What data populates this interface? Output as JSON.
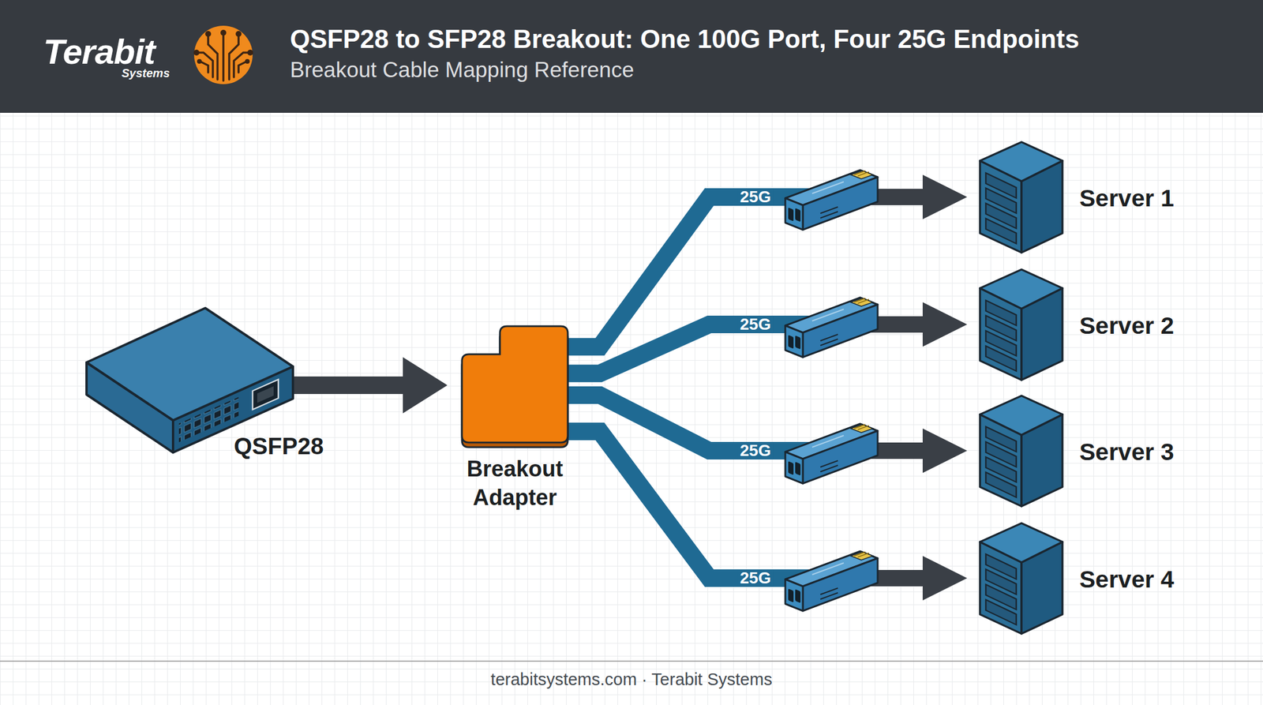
{
  "diagram": {
    "title": "QSFP28 to SFP28 Breakout: One 100G Port, Four 25G Endpoints",
    "caption": "terabitsystems.com · Terabit Systems",
    "nodes": [
      {
        "text": [
          "QSFP28"
        ]
      },
      {
        "text": [
          "Breakout Adapter"
        ]
      },
      {
        "text": [
          "Server 1"
        ]
      },
      {
        "text": [
          "Server 2"
        ]
      },
      {
        "text": [
          "Server 3"
        ]
      },
      {
        "text": [
          "Server 4"
        ]
      }
    ],
    "edges": [
      {
        "from": 0,
        "to": 1,
        "arrow": "to"
      },
      {
        "from": 1,
        "to": 2,
        "label": "25G",
        "arrow": "to"
      },
      {
        "from": 1,
        "to": 3,
        "label": "25G",
        "arrow": "to"
      },
      {
        "from": 1,
        "to": 4,
        "label": "25G",
        "arrow": "to"
      },
      {
        "from": 1,
        "to": 5,
        "label": "25G",
        "arrow": "to"
      }
    ],
    "labels": [
      "Terabit",
      "Systems",
      "Breakout Cable Mapping Reference"
    ]
  }
}
